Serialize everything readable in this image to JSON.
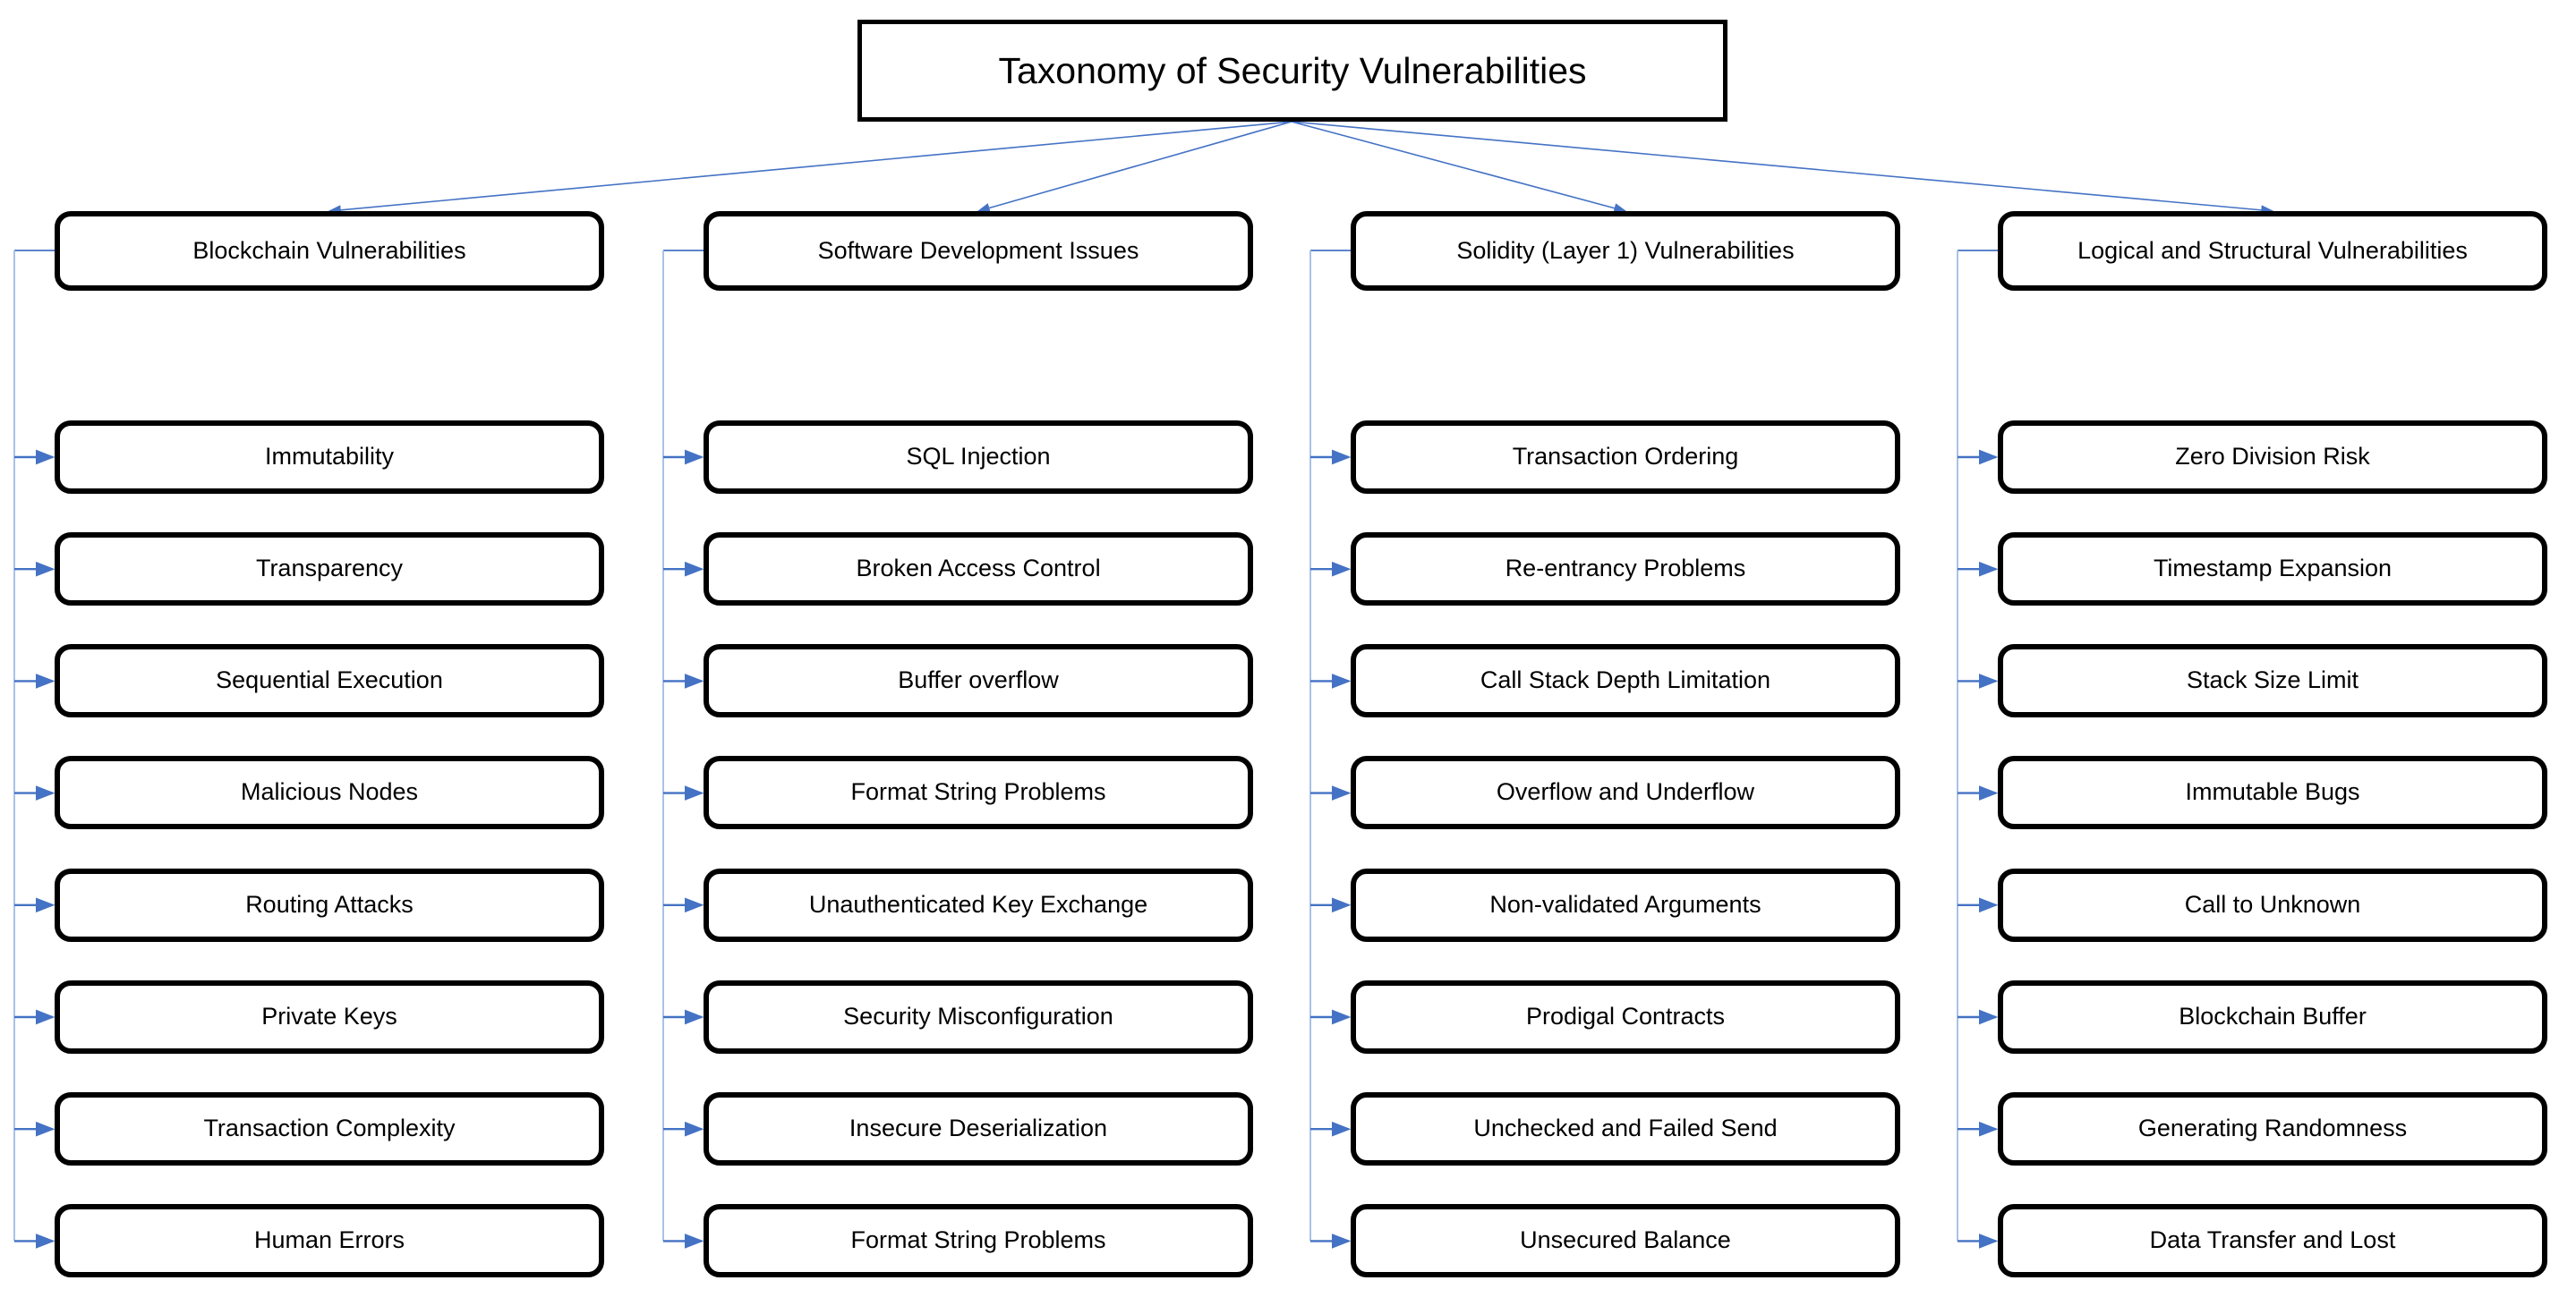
{
  "title": "Taxonomy of Security Vulnerabilities",
  "diagram": {
    "columns": [
      {
        "header": "Blockchain Vulnerabilities",
        "children": [
          "Immutability",
          "Transparency",
          "Sequential Execution",
          "Malicious Nodes",
          "Routing Attacks",
          "Private Keys",
          "Transaction Complexity",
          "Human Errors"
        ]
      },
      {
        "header": "Software Development Issues",
        "children": [
          "SQL Injection",
          "Broken Access Control",
          "Buffer overflow",
          "Format String Problems",
          "Unauthenticated Key Exchange",
          "Security Misconfiguration",
          "Insecure Deserialization",
          "Format String Problems"
        ]
      },
      {
        "header": "Solidity (Layer 1) Vulnerabilities",
        "children": [
          "Transaction Ordering",
          "Re-entrancy Problems",
          "Call Stack Depth Limitation",
          "Overflow and Underflow",
          "Non-validated Arguments",
          "Prodigal Contracts",
          "Unchecked and Failed Send",
          "Unsecured Balance"
        ]
      },
      {
        "header": "Logical and Structural Vulnerabilities",
        "children": [
          "Zero Division Risk",
          "Timestamp Expansion",
          "Stack Size Limit",
          "Immutable Bugs",
          "Call to Unknown",
          "Blockchain Buffer",
          "Generating Randomness",
          "Data Transfer and Lost"
        ]
      }
    ],
    "colors": {
      "connector_blue": "#4472C4",
      "connector_light": "#A9C2E8",
      "box_border": "#000000",
      "box_fill": "#FFFFFF",
      "text": "#000000"
    }
  }
}
